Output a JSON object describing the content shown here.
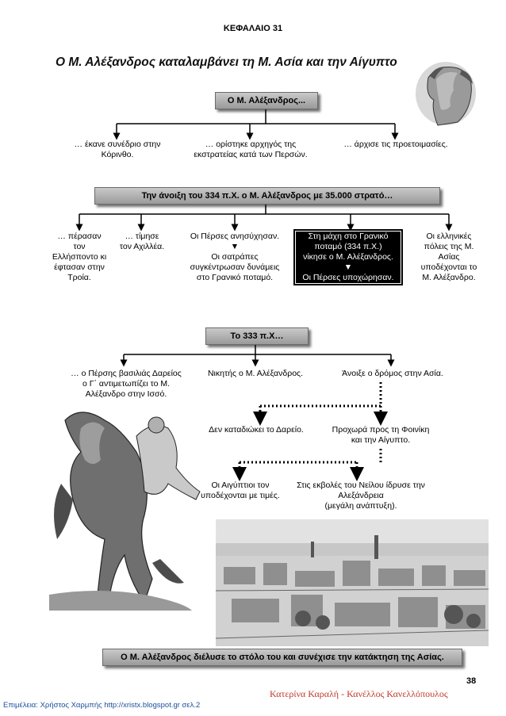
{
  "chapter": "ΚΕΦΑΛΑΙΟ 31",
  "title": "Ο Μ. Αλέξανδρος καταλαμβάνει τη Μ. Ασία και την Αίγυπτο",
  "section1": {
    "head": "Ο Μ. Αλέξανδρος...",
    "items": [
      "… έκανε συνέδριο στην\nΚόρινθο.",
      "… ορίστηκε αρχηγός της\nεκστρατείας κατά των Περσών.",
      "… άρχισε τις προετοιμασίες."
    ]
  },
  "section2": {
    "bar": "Την άνοιξη του 334 π.Χ. ο Μ. Αλέξανδρος με 35.000 στρατό…",
    "items": [
      "… πέρασαν\nτον\nΕλλήσποντο κι\nέφτασαν στην\nΤροία.",
      "… τίμησε\nτον Αχιλλέα.",
      "Οι Πέρσες ανησύχησαν.\n▼\nΟι σατράπες\nσυγκέντρωσαν δυνάμεις\nστο Γρανικό ποταμό.",
      "Στη μάχη στο Γρανικό\nποταμό (334 π.Χ.)\nνίκησε ο Μ. Αλέξανδρος.\n▼\nΟι Πέρσες υποχώρησαν.",
      "Οι ελληνικές\nπόλεις της Μ.\nΑσίας\nυποδέχονται το\nΜ. Αλέξανδρο."
    ]
  },
  "section3": {
    "bar": "Το 333 π.Χ…",
    "items": [
      "… ο Πέρσης βασιλιάς Δαρείος\nο Γ΄ αντιμετωπίζει το Μ.\nΑλέξανδρο στην Ισσό.",
      "Νικητής ο Μ. Αλέξανδρος.",
      "Άνοιξε ο δρόμος στην Ασία."
    ],
    "sub": [
      "Δεν καταδιώκει το Δαρείο.",
      "Προχωρά προς τη Φοινίκη\nκαι την Αίγυπτο."
    ],
    "sub2": [
      "Οι Αιγύπτιοι τον\nυποδέχονται με τιμές.",
      "Στις εκβολές του Νείλου ίδρυσε την\nΑλεξάνδρεια\n(μεγάλη ανάπτυξη)."
    ]
  },
  "bottom_bar": "Ο Μ. Αλέξανδρος διέλυσε το στόλο του και συνέχισε την κατάκτηση της Ασίας.",
  "page_number": "38",
  "authors": "Κατερίνα Καραλή - Κανέλλος Κανελλόπουλος",
  "footer": "Επιμέλεια: Χρήστος Χαρμπής http://xristx.blogspot.gr   σελ.2"
}
